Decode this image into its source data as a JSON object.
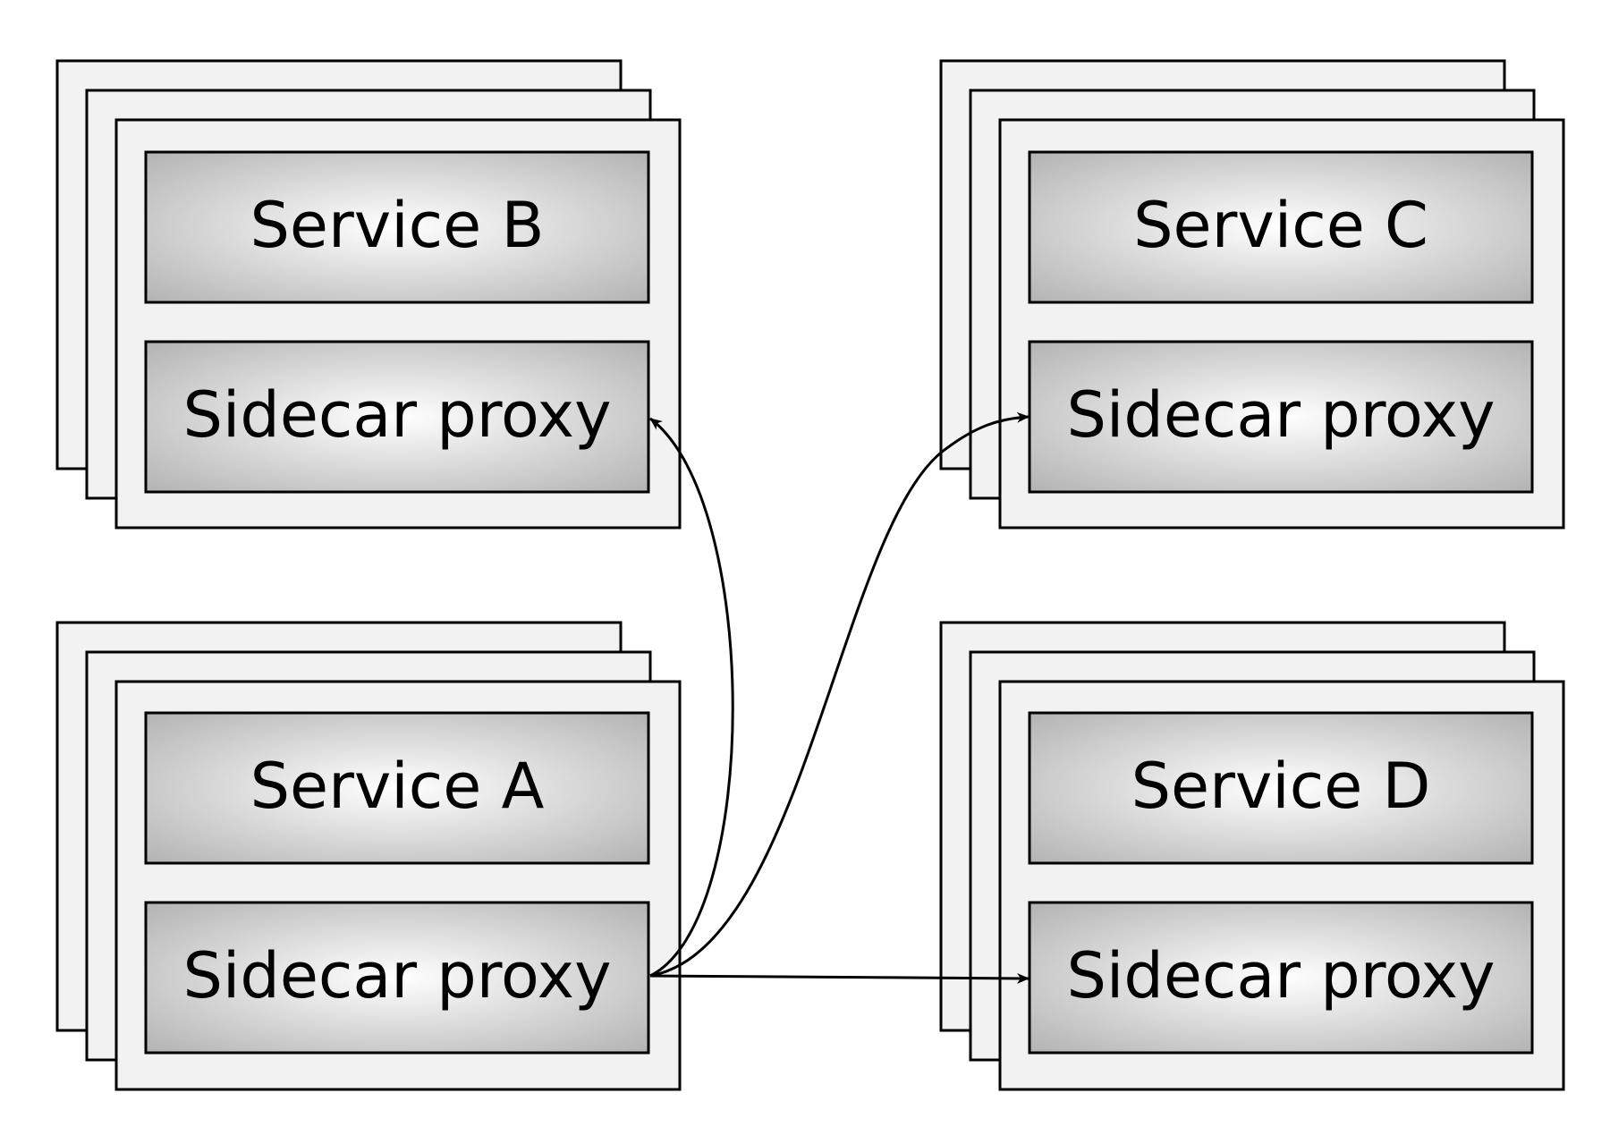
{
  "colors": {
    "background": "#ffffff",
    "card_fill": "#f2f2f2",
    "card_stroke": "#000000",
    "box_gradient_center": "#ffffff",
    "box_gradient_edge": "#b3b3b3",
    "arrow": "#000000"
  },
  "groups": [
    {
      "id": "group-b",
      "service_label": "Service B",
      "proxy_label": "Sidecar proxy"
    },
    {
      "id": "group-c",
      "service_label": "Service C",
      "proxy_label": "Sidecar proxy"
    },
    {
      "id": "group-a",
      "service_label": "Service A",
      "proxy_label": "Sidecar proxy"
    },
    {
      "id": "group-d",
      "service_label": "Service D",
      "proxy_label": "Sidecar proxy"
    }
  ],
  "connections": [
    {
      "from": "group-a",
      "to": "group-b",
      "style": "arrow"
    },
    {
      "from": "group-a",
      "to": "group-c",
      "style": "arrow"
    },
    {
      "from": "group-a",
      "to": "group-d",
      "style": "arrow"
    }
  ]
}
